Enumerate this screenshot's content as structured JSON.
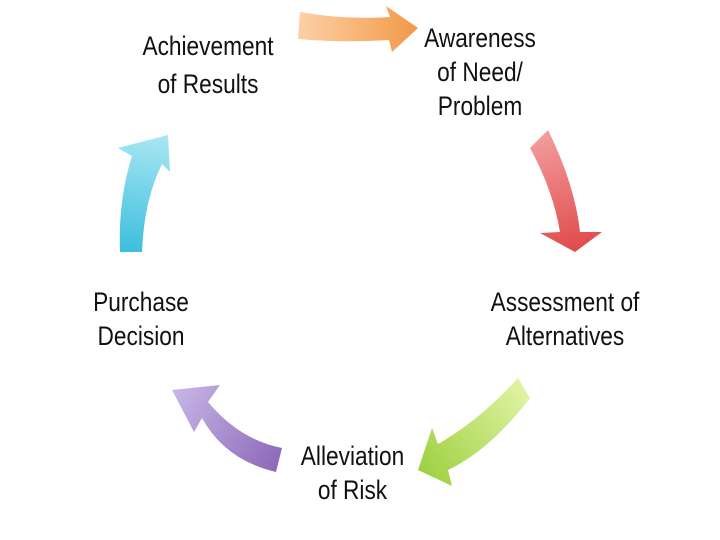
{
  "cycle": {
    "steps": [
      {
        "lines": [
          "Awareness",
          "of Need/",
          "Problem"
        ]
      },
      {
        "lines": [
          "Assessment of",
          "Alternatives"
        ]
      },
      {
        "lines": [
          "Alleviation",
          "of Risk"
        ]
      },
      {
        "lines": [
          "Purchase",
          "Decision"
        ]
      },
      {
        "lines": [
          "Achievement",
          "of Results"
        ]
      }
    ],
    "arrow_colors": [
      {
        "name": "orange",
        "light": "#fcd0a4",
        "dark": "#f29a4a"
      },
      {
        "name": "red",
        "light": "#f3a0a0",
        "dark": "#e04a4a"
      },
      {
        "name": "green",
        "light": "#e3f5a8",
        "dark": "#9fd142"
      },
      {
        "name": "purple",
        "light": "#c9b7e6",
        "dark": "#8a66b8"
      },
      {
        "name": "cyan",
        "light": "#a8e6f3",
        "dark": "#3cbfdc"
      }
    ]
  }
}
